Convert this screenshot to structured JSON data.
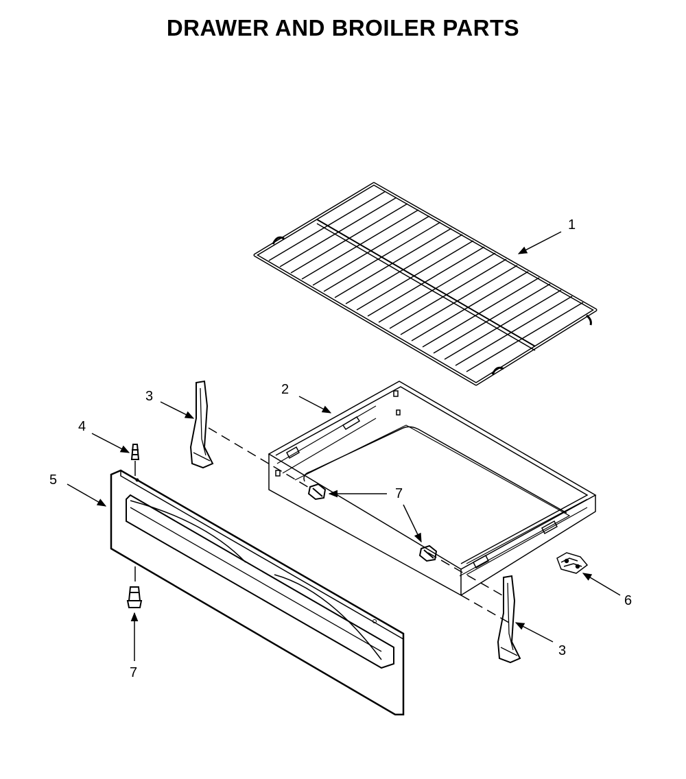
{
  "title": "DRAWER AND BROILER PARTS",
  "callouts": {
    "c1": "1",
    "c2": "2",
    "c3a": "3",
    "c3b": "3",
    "c4": "4",
    "c5": "5",
    "c6": "6",
    "c7a": "7",
    "c7b": "7"
  }
}
